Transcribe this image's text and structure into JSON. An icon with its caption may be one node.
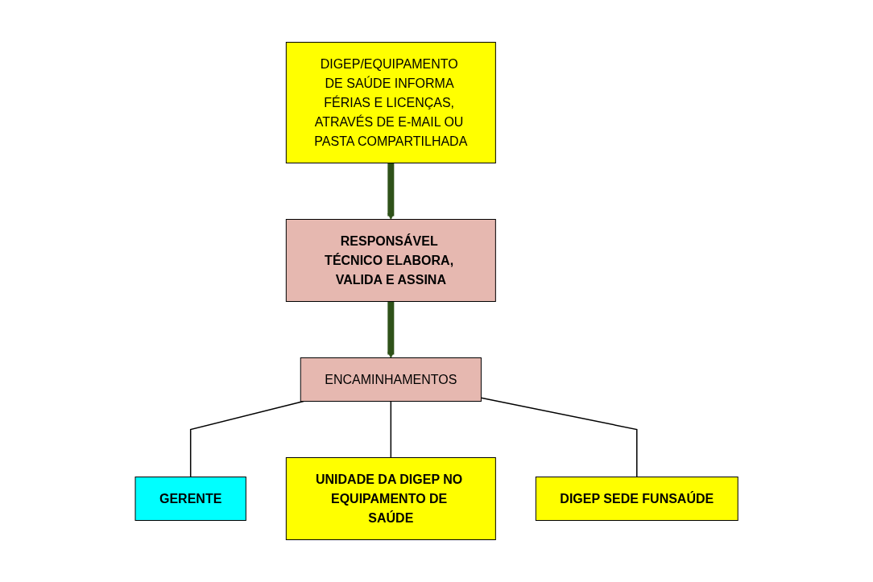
{
  "diagram": {
    "nodes": [
      {
        "text": [
          "DIGEP/EQUIPAMENTO DE SAÚDE INFORMA FÉRIAS E LICENÇAS, ATRAVÉS DE E-MAIL OU PASTA COMPARTILHADA"
        ]
      },
      {
        "text": [
          "RESPONSÁVEL TÉCNICO ELABORA, VALIDA E ASSINA"
        ]
      },
      {
        "text": [
          "ENCAMINHAMENTOS"
        ]
      },
      {
        "text": [
          "GERENTE"
        ]
      },
      {
        "text": [
          "UNIDADE DA DIGEP NO EQUIPAMENTO DE SAÚDE"
        ]
      },
      {
        "text": [
          "DIGEP SEDE FUNSAÚDE"
        ]
      }
    ],
    "edges": [
      {
        "from": 0,
        "to": 1,
        "arrow": "to",
        "style": "thick",
        "color": "#2f5219"
      },
      {
        "from": 1,
        "to": 2,
        "arrow": "to",
        "style": "thick",
        "color": "#2f5219"
      },
      {
        "from": 2,
        "to": 3,
        "arrow": "none"
      },
      {
        "from": 2,
        "to": 4,
        "arrow": "none"
      },
      {
        "from": 2,
        "to": 5,
        "arrow": "none"
      }
    ]
  }
}
